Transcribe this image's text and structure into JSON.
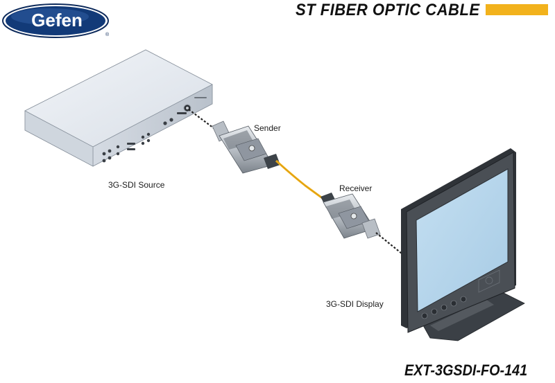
{
  "header": {
    "brand": "Gefen",
    "title": "ST FIBER OPTIC CABLE",
    "accent_color": "#f2b21c"
  },
  "labels": {
    "sender": "Sender",
    "receiver": "Receiver",
    "source": "3G-SDI Source",
    "display": "3G-SDI Display"
  },
  "footer": {
    "model": "EXT-3GSDI-FO-141"
  },
  "icons": {
    "logo": "gefen-logo",
    "source_device": "sdi-source-box",
    "sender_unit": "fiber-sender-unit",
    "receiver_unit": "fiber-receiver-unit",
    "display_device": "monitor-display",
    "fiber_cable": "fiber-optic-cable",
    "sdi_cable": "sdi-cable"
  },
  "colors": {
    "fiber_cable": "#f2b21c",
    "sdi_cable": "#222222"
  }
}
